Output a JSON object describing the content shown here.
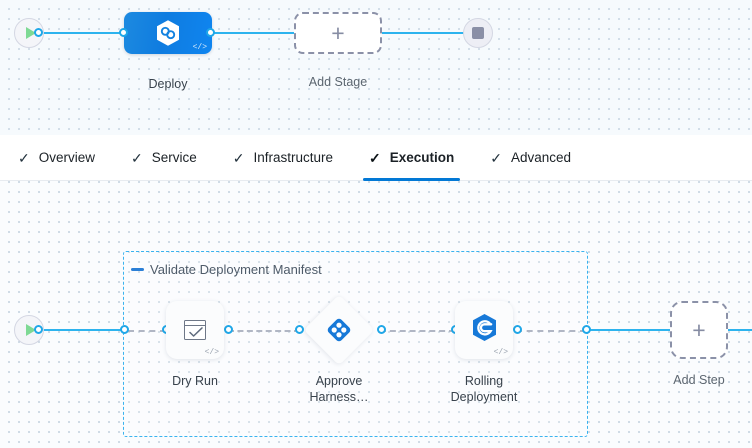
{
  "colors": {
    "accent_blue": "#0278d5",
    "link_blue": "#2cb3ee",
    "group_border": "#3ab3ef",
    "node_gradient_from": "#1d8ae0",
    "node_gradient_to": "#0f85f0",
    "dashed_grey": "#8b91a8",
    "canvas_top_bg": "#f6fafd",
    "canvas_bottom_bg": "#fafcfe",
    "start_play_green": "#7ed994",
    "stop_grey": "#8a8fa6"
  },
  "stage_canvas": {
    "start_node": {
      "icon": "play-icon"
    },
    "end_node": {
      "icon": "stop-icon"
    },
    "stages": [
      {
        "label": "Deploy",
        "icon": "harness-deploy-hexagon-icon",
        "code_glyph": "</>"
      }
    ],
    "add_stage": {
      "label": "Add Stage",
      "icon": "plus-icon"
    }
  },
  "tabs": [
    {
      "label": "Overview",
      "check": "✓",
      "active": false
    },
    {
      "label": "Service",
      "check": "✓",
      "active": false
    },
    {
      "label": "Infrastructure",
      "check": "✓",
      "active": false
    },
    {
      "label": "Execution",
      "check": "✓",
      "active": true
    },
    {
      "label": "Advanced",
      "check": "✓",
      "active": false
    }
  ],
  "execution_canvas": {
    "start_node": {
      "icon": "play-icon"
    },
    "step_group": {
      "label": "Validate Deployment Manifest",
      "collapse_icon": "collapse-dash-icon"
    },
    "steps": [
      {
        "label": "Dry Run",
        "icon": "dry-run-check-window-icon",
        "code_glyph": "</>",
        "shape": "card"
      },
      {
        "label": "Approve\nHarness…",
        "icon": "harness-approval-icon",
        "code_glyph": "",
        "shape": "diamond"
      },
      {
        "label": "Rolling\nDeployment",
        "icon": "rolling-deployment-hexagon-icon",
        "code_glyph": "</>",
        "shape": "card"
      }
    ],
    "add_step": {
      "label": "Add Step",
      "icon": "plus-icon"
    }
  }
}
